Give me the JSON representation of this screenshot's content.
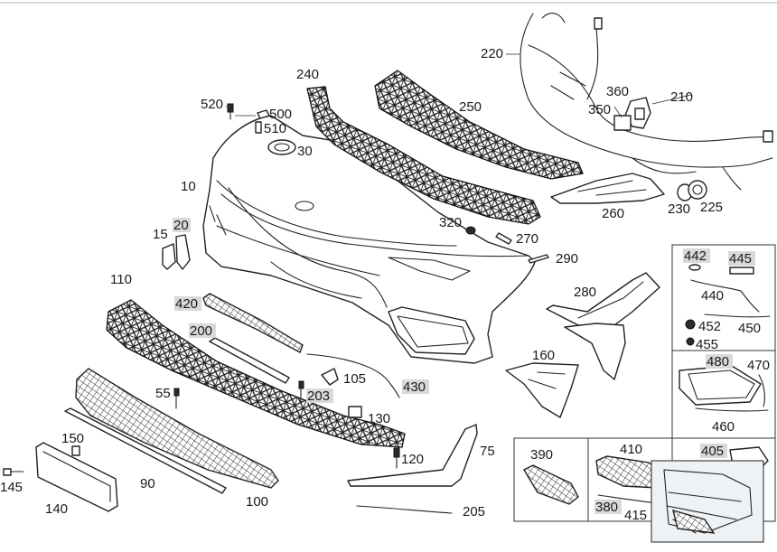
{
  "labels": {
    "p10": "10",
    "p15": "15",
    "p20": "20",
    "p30": "30",
    "p55": "55",
    "p75": "75",
    "p90": "90",
    "p100": "100",
    "p110": "110",
    "p120": "120",
    "p130": "130",
    "p140": "140",
    "p145": "145",
    "p150": "150",
    "p160": "160",
    "p200": "200",
    "p203": "203",
    "p205": "205",
    "p210": "210",
    "p220": "220",
    "p225": "225",
    "p230": "230",
    "p240": "240",
    "p250": "250",
    "p260": "260",
    "p270": "270",
    "p280": "280",
    "p290": "290",
    "p320": "320",
    "p350": "350",
    "p360": "360",
    "p380": "380",
    "p390": "390",
    "p405": "405",
    "p410": "410",
    "p415": "415",
    "p420": "420",
    "p430": "430",
    "p440": "440",
    "p442": "442",
    "p445": "445",
    "p450": "450",
    "p452": "452",
    "p455": "455",
    "p460": "460",
    "p470": "470",
    "p480": "480",
    "p500": "500",
    "p510": "510",
    "p520": "520",
    "p105": "105"
  }
}
